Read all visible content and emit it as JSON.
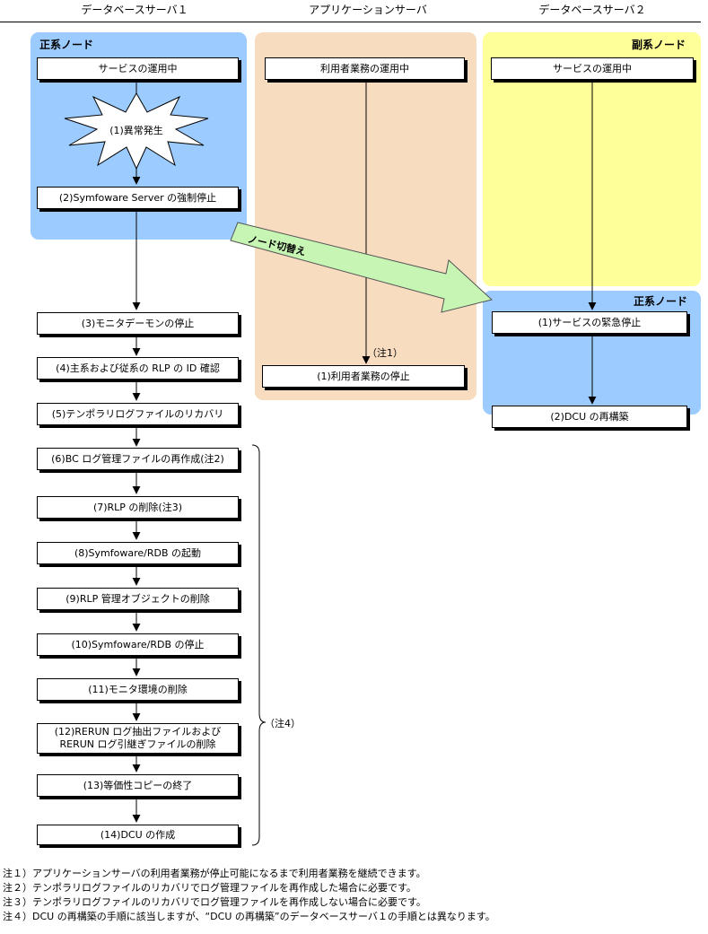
{
  "columns": {
    "db1": "データベースサーバ１",
    "app": "アプリケーションサーバ",
    "db2": "データベースサーバ２"
  },
  "regions": {
    "db1_primary_label": "正系ノード",
    "db2_secondary_label": "副系ノード",
    "db2_primary_label": "正系ノード"
  },
  "colors": {
    "primary_node": "#9ccbff",
    "secondary_node": "#ffff99",
    "app_server": "#f7dcc0",
    "switch_arrow": "#c6f5b4"
  },
  "db1": {
    "service_running": "サービスの運用中",
    "error_occurred": "(1)異常発生",
    "steps": [
      "(2)Symfoware Server の強制停止",
      "(3)モニタデーモンの停止",
      "(4)主系および従系の RLP の ID 確認",
      "(5)テンポラリログファイルのリカバリ",
      "(6)BC ログ管理ファイルの再作成(注2)",
      "(7)RLP の削除(注3)",
      "(8)Symfoware/RDB の起動",
      "(9)RLP 管理オブジェクトの削除",
      "(10)Symfoware/RDB の停止",
      "(11)モニタ環境の削除",
      "(12)RERUN ログ抽出ファイルおよび",
      "RERUN ログ引継ぎファイルの削除",
      "(13)等価性コピーの終了",
      "(14)DCU の作成"
    ],
    "brace_note": "（注4）"
  },
  "app": {
    "business_running": "利用者業務の運用中",
    "note1": "（注1）",
    "business_stop": "(1)利用者業務の停止"
  },
  "db2": {
    "service_running": "サービスの運用中",
    "emergency_stop": "(1)サービスの緊急停止",
    "dcu_rebuild": "(2)DCU の再構築"
  },
  "node_switch": "ノード切替え",
  "notes": [
    "注１）アプリケーションサーバの利用者業務が停止可能になるまで利用者業務を継続できます。",
    "注２）テンポラリログファイルのリカバリでログ管理ファイルを再作成した場合に必要です。",
    "注３）テンポラリログファイルのリカバリでログ管理ファイルを再作成しない場合に必要です。",
    "注４）DCU の再構築の手順に該当しますが、“DCU の再構築”のデータベースサーバ１の手順とは異なります。"
  ]
}
